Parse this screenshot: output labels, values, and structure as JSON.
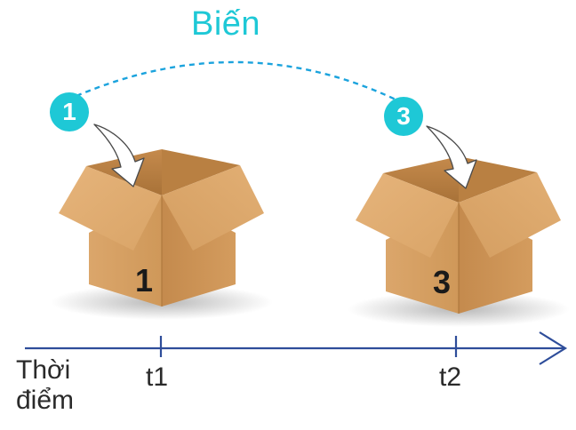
{
  "title": "Biến",
  "colors": {
    "accent": "#1ec8d6",
    "dashed_link": "#1ba3dd",
    "axis": "#2e4d9a",
    "box_light": "#e0ac72",
    "box_mid": "#d29a5c",
    "box_dark": "#b67e43",
    "text": "#2a2a2a"
  },
  "variable_states": [
    {
      "badge_value": "1",
      "box_label": "1",
      "time_label": "t1"
    },
    {
      "badge_value": "3",
      "box_label": "3",
      "time_label": "t2"
    }
  ],
  "timeline": {
    "axis_label_line1": "Thời",
    "axis_label_line2": "điểm",
    "ticks": [
      "t1",
      "t2"
    ]
  }
}
